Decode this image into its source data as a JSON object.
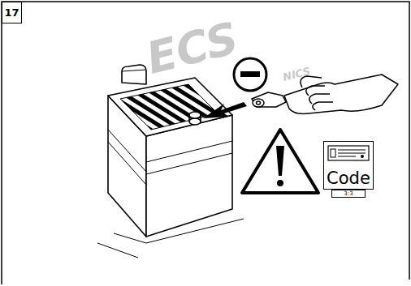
{
  "diagram": {
    "nodes": [
      {
        "text": [
          "17"
        ]
      },
      {
        "text": [
          "Code"
        ]
      },
      {
        "text": [
          "3:3"
        ]
      }
    ],
    "labels": [
      "ECS",
      "NICS"
    ]
  }
}
